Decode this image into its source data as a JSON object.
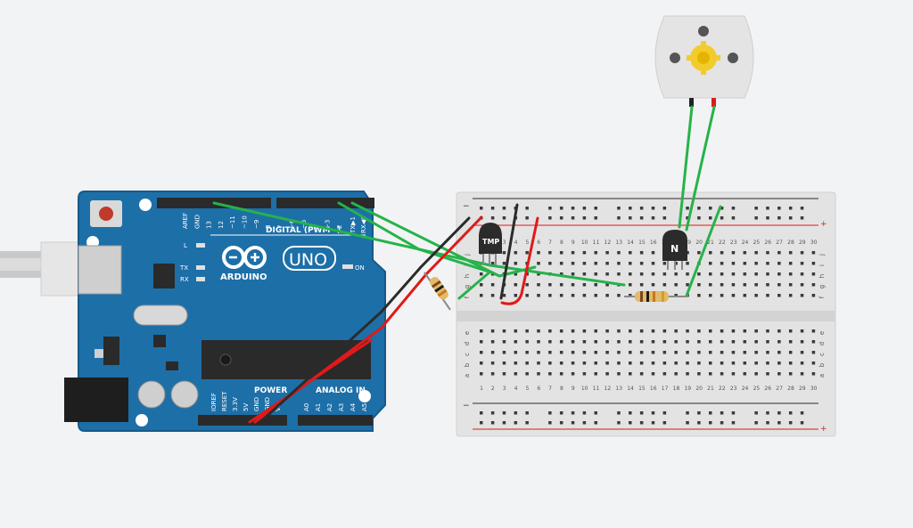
{
  "arduino": {
    "brand": "ARDUINO",
    "model": "UNO",
    "digital_label": "DIGITAL (PWM~)",
    "power_label": "POWER",
    "analog_label": "ANALOG IN",
    "on_label": "ON",
    "l_label": "L",
    "tx_label": "TX",
    "rx_label": "RX",
    "tx_pin": "TX▶1",
    "rx_pin": "RX◀0",
    "digital_pins": [
      "AREF",
      "GND",
      "13",
      "12",
      "~11",
      "~10",
      "~9",
      "8",
      "7",
      "~6",
      "~5",
      "4",
      "~3",
      "2"
    ],
    "power_pins": [
      "IOREF",
      "RESET",
      "3.3V",
      "5V",
      "GND",
      "GND",
      "Vin"
    ],
    "analog_pins": [
      "A0",
      "A1",
      "A2",
      "A3",
      "A4",
      "A5"
    ]
  },
  "components": {
    "temp_sensor_label": "TMP",
    "transistor_label": "N"
  },
  "breadboard": {
    "columns": [
      "1",
      "2",
      "3",
      "4",
      "5",
      "6",
      "7",
      "8",
      "9",
      "10",
      "11",
      "12",
      "13",
      "14",
      "15",
      "16",
      "17",
      "18",
      "19",
      "20",
      "21",
      "22",
      "23",
      "24",
      "25",
      "26",
      "27",
      "28",
      "29",
      "30"
    ],
    "rows_top": [
      "j",
      "i",
      "h",
      "g",
      "f"
    ],
    "rows_bottom": [
      "e",
      "d",
      "c",
      "b",
      "a"
    ],
    "plus": "+",
    "minus": "−"
  },
  "colors": {
    "board_blue": "#1d6fa8",
    "wire_green": "#25b34a",
    "wire_red": "#e01a1a",
    "wire_black": "#2b2b2b"
  }
}
